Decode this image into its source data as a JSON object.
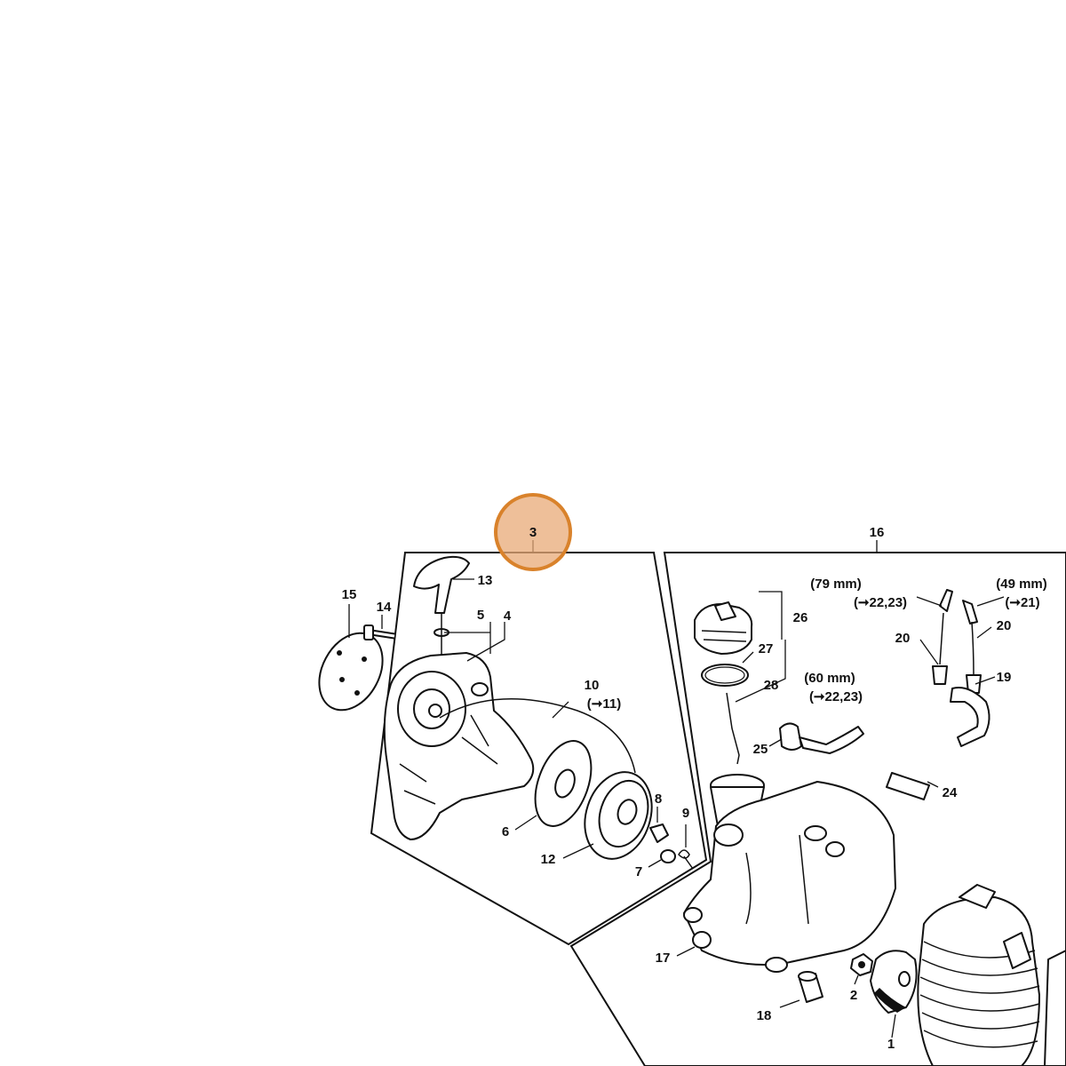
{
  "callouts": {
    "c1": "1",
    "c2": "2",
    "c3": "3",
    "c4": "4",
    "c5": "5",
    "c6": "6",
    "c7": "7",
    "c8": "8",
    "c9": "9",
    "c10": "10",
    "c10_ref": "(➞11)",
    "c12": "12",
    "c13": "13",
    "c14": "14",
    "c15": "15",
    "c16": "16",
    "c17": "17",
    "c18": "18",
    "c19": "19",
    "c20a": "20",
    "c20b": "20",
    "c24": "24",
    "c25": "25",
    "c26": "26",
    "c27": "27",
    "c28": "28"
  },
  "notes": {
    "hose_79": "(79 mm)",
    "hose_79_ref": "(➞22,23)",
    "hose_49": "(49 mm)",
    "hose_49_ref": "(➞21)",
    "hose_60": "(60 mm)",
    "hose_60_ref": "(➞22,23)"
  },
  "highlight": {
    "label": "3",
    "color": "#e8a977",
    "ring_color": "#d9822b"
  }
}
